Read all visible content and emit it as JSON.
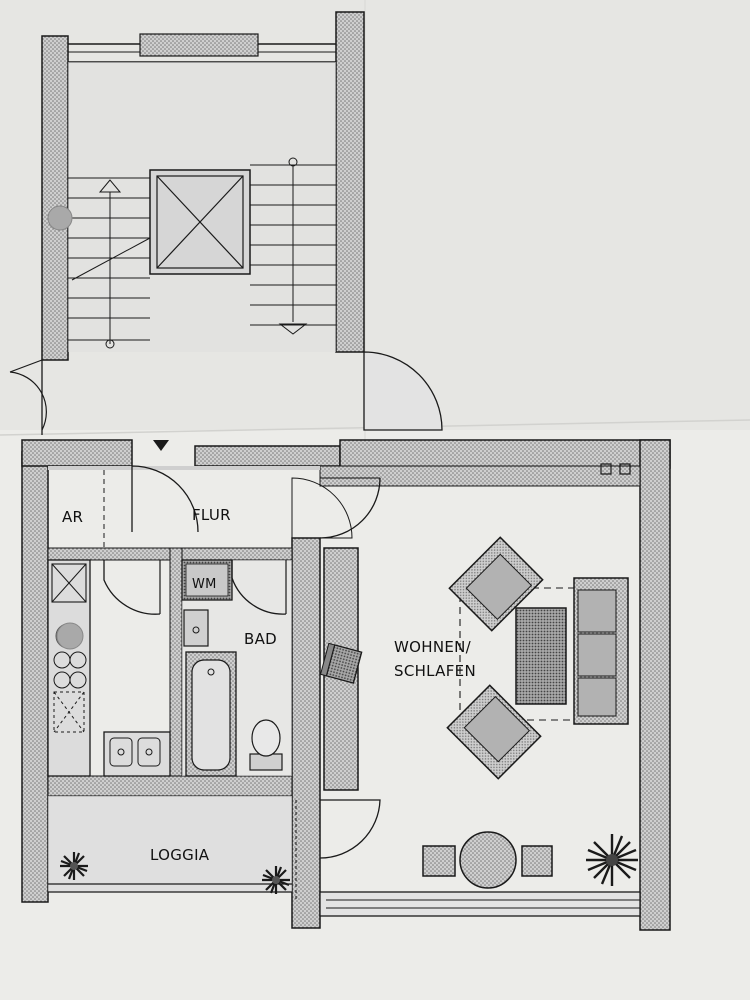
{
  "rooms": {
    "ar": "AR",
    "flur": "FLUR",
    "wm": "WM",
    "bad": "BAD",
    "wohnen_line1": "WOHNEN/",
    "wohnen_line2": "SCHLAFEN",
    "loggia": "LOGGIA"
  },
  "colors": {
    "paper": "#e9e9e6",
    "wall_fill": "#bdbdbd",
    "line": "#1a1a1a",
    "furniture_fill": "#9a9a9a"
  }
}
